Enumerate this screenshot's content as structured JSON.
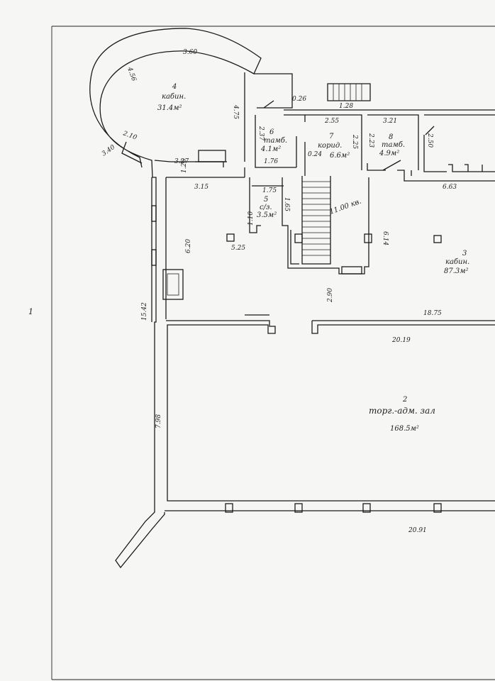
{
  "page_mark": "1",
  "rooms": {
    "r4": {
      "num": "4",
      "name": "кабин.",
      "area": "31.4м²"
    },
    "r6": {
      "num": "6",
      "name": "тамб.",
      "area": "4.1м²"
    },
    "r7": {
      "num": "7",
      "name": "корид.",
      "area": "6.6м²"
    },
    "r8": {
      "num": "8",
      "name": "тамб.",
      "area": "4.9м²"
    },
    "r5": {
      "num": "5",
      "name": "с/з.",
      "area": "3.5м²"
    },
    "stair": {
      "name": "11.00 кв."
    },
    "r3": {
      "num": "3",
      "name": "кабин.",
      "area": "87.3м²"
    },
    "r2": {
      "num": "2",
      "name": "торг.-адм. зал",
      "area": "168.5м²"
    }
  },
  "dims": {
    "d360": "3.60",
    "d456": "4.56",
    "d475": "4.75",
    "d210": "2.10",
    "d340": "3.40",
    "d327": "3.27",
    "d126": "1.26",
    "d026": "0.26",
    "d128": "1.28",
    "d255": "2.55",
    "d321": "3.21",
    "d237": "2.37",
    "d225": "2.25",
    "d223": "2.23",
    "d250": "2.50",
    "d176": "1.76",
    "d024": "0.24",
    "d315": "3.15",
    "d663": "6.63",
    "d175": "1.75",
    "d165": "1.65",
    "d620": "6.20",
    "d525": "5.25",
    "d614": "6.14",
    "d1542": "15.42",
    "d290": "2.90",
    "d1875": "18.75",
    "d2019": "20.19",
    "d798": "7.98",
    "d2091": "20.91",
    "d110": "1.10"
  }
}
